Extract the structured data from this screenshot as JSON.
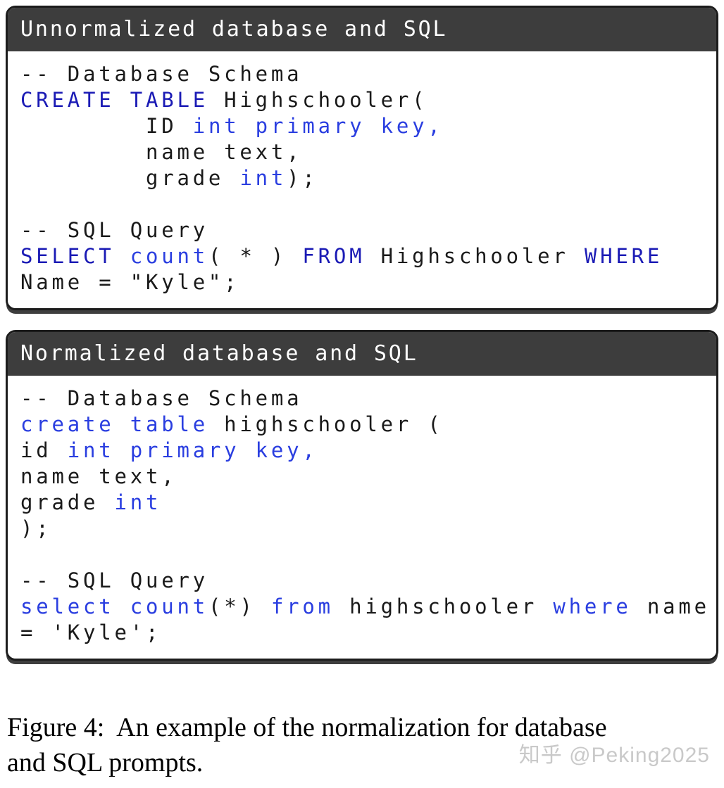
{
  "colors": {
    "header_bg": "#3d3d3d",
    "header_text": "#ffffff",
    "border": "#1c1c1c",
    "shadow": "#3e3e3e",
    "code_text": "#1a1a1a",
    "keyword_upper": "#1b1bb5",
    "keyword_lower": "#2a3ee0",
    "caption_text": "#000000",
    "watermark_text": "#c9c9c9"
  },
  "panels": [
    {
      "title": "Unnormalized database and SQL",
      "code": [
        [
          {
            "t": "-- Database Schema",
            "s": "p"
          }
        ],
        [
          {
            "t": "CREATE TABLE",
            "s": "k"
          },
          {
            "t": " Highschooler(",
            "s": "p"
          }
        ],
        [
          {
            "t": "        ID ",
            "s": "p"
          },
          {
            "t": "int primary key,",
            "s": "t"
          }
        ],
        [
          {
            "t": "        name text,",
            "s": "p"
          }
        ],
        [
          {
            "t": "        grade ",
            "s": "p"
          },
          {
            "t": "int",
            "s": "t"
          },
          {
            "t": ");",
            "s": "p"
          }
        ],
        [],
        [
          {
            "t": "-- SQL Query",
            "s": "p"
          }
        ],
        [
          {
            "t": "SELECT",
            "s": "k"
          },
          {
            "t": " ",
            "s": "p"
          },
          {
            "t": "count",
            "s": "t"
          },
          {
            "t": "( * ) ",
            "s": "p"
          },
          {
            "t": "FROM",
            "s": "k"
          },
          {
            "t": " Highschooler ",
            "s": "p"
          },
          {
            "t": "WHERE",
            "s": "k"
          }
        ],
        [
          {
            "t": "Name = \"Kyle\";",
            "s": "p"
          }
        ]
      ]
    },
    {
      "title": "Normalized database and SQL",
      "code": [
        [
          {
            "t": "-- Database Schema",
            "s": "p"
          }
        ],
        [
          {
            "t": "create table",
            "s": "t"
          },
          {
            "t": " highschooler (",
            "s": "p"
          }
        ],
        [
          {
            "t": "id ",
            "s": "p"
          },
          {
            "t": "int primary key,",
            "s": "t"
          }
        ],
        [
          {
            "t": "name text,",
            "s": "p"
          }
        ],
        [
          {
            "t": "grade ",
            "s": "p"
          },
          {
            "t": "int",
            "s": "t"
          }
        ],
        [
          {
            "t": ");",
            "s": "p"
          }
        ],
        [],
        [
          {
            "t": "-- SQL Query",
            "s": "p"
          }
        ],
        [
          {
            "t": "select",
            "s": "t"
          },
          {
            "t": " ",
            "s": "p"
          },
          {
            "t": "count",
            "s": "t"
          },
          {
            "t": "(*) ",
            "s": "p"
          },
          {
            "t": "from",
            "s": "t"
          },
          {
            "t": " highschooler ",
            "s": "p"
          },
          {
            "t": "where",
            "s": "t"
          },
          {
            "t": " name",
            "s": "p"
          }
        ],
        [
          {
            "t": "= 'Kyle';",
            "s": "p"
          }
        ]
      ]
    }
  ],
  "caption": {
    "line1": "Figure 4:  An example of the normalization for database",
    "line2": "and SQL prompts."
  },
  "watermark": "知乎 @Peking2025"
}
